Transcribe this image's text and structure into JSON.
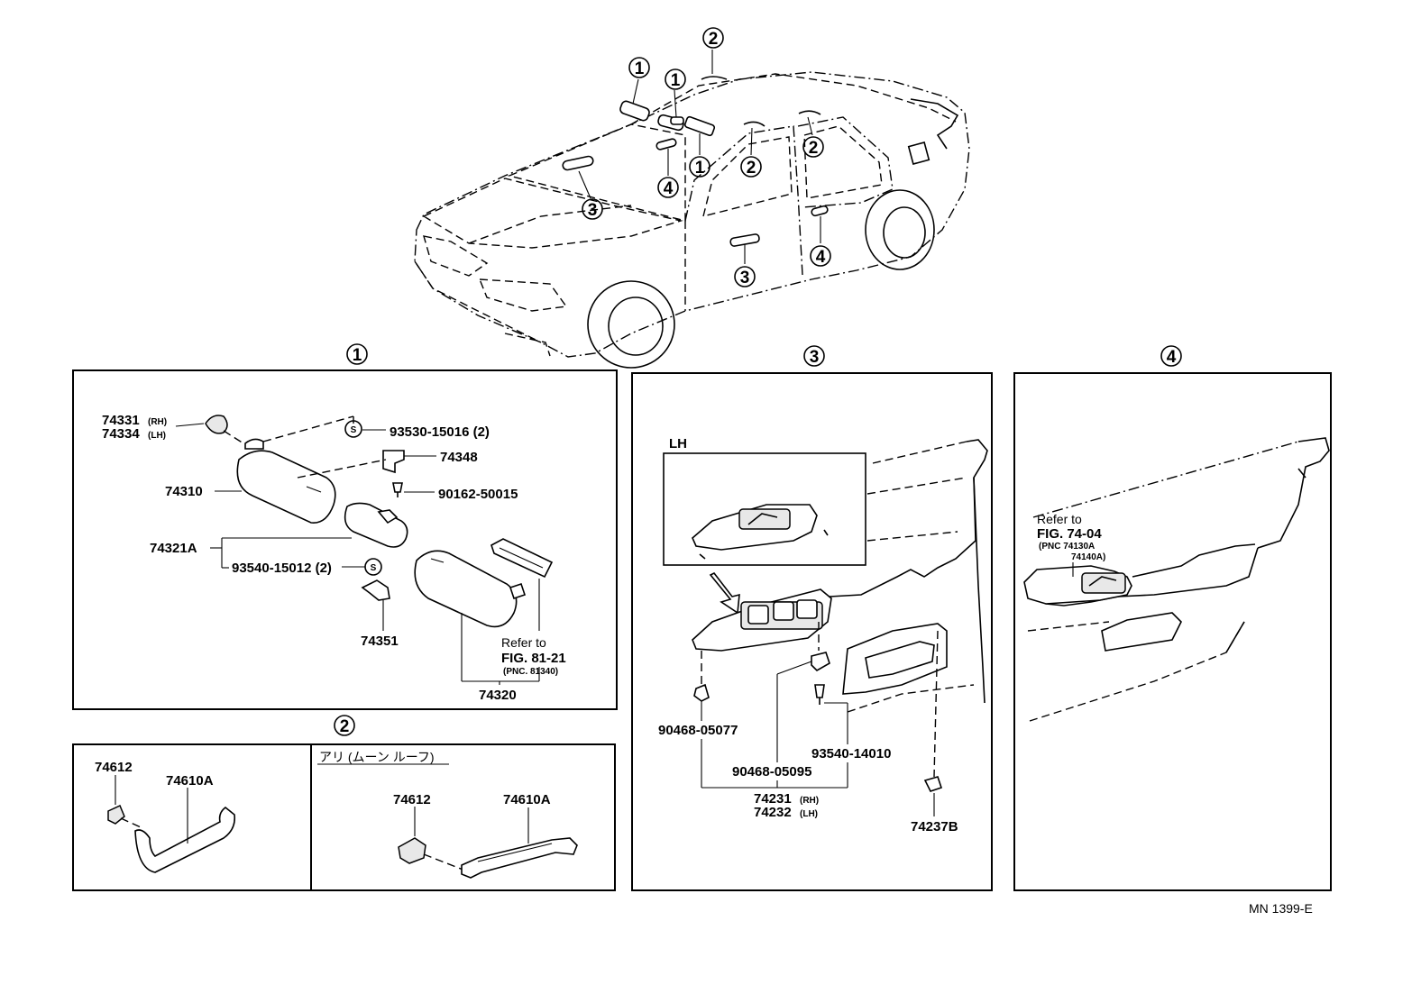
{
  "diagram": {
    "code": "MN 1399-E",
    "callouts": {
      "c1": "1",
      "c2": "2",
      "c3": "3",
      "c4": "4"
    },
    "section1": {
      "p74331": "74331",
      "p74331_side": "(RH)",
      "p74334": "74334",
      "p74334_side": "(LH)",
      "s_mark": "S",
      "p93530": "93530-15016 (2)",
      "p74348": "74348",
      "p74310": "74310",
      "p90162": "90162-50015",
      "p74321A": "74321A",
      "p93540_15012": "93540-15012 (2)",
      "p74351": "74351",
      "refer_line1": "Refer to",
      "refer_line2": "FIG. 81-21",
      "refer_line3": "(PNC. 81340)",
      "p74320": "74320"
    },
    "section2": {
      "left_p74612": "74612",
      "left_p74610A": "74610A",
      "right_header": "アリ (ムーン ルーフ)",
      "right_p74612": "74612",
      "right_p74610A": "74610A"
    },
    "section3": {
      "lh_label": "LH",
      "p90468_05077": "90468-05077",
      "p93540_14010": "93540-14010",
      "p90468_05095": "90468-05095",
      "p74231": "74231",
      "p74231_side": "(RH)",
      "p74232": "74232",
      "p74232_side": "(LH)",
      "p74237B": "74237B"
    },
    "section4": {
      "refer_line1": "Refer to",
      "refer_line2": "FIG. 74-04",
      "refer_line3": "(PNC 74130A",
      "refer_line4": "74140A)"
    }
  }
}
